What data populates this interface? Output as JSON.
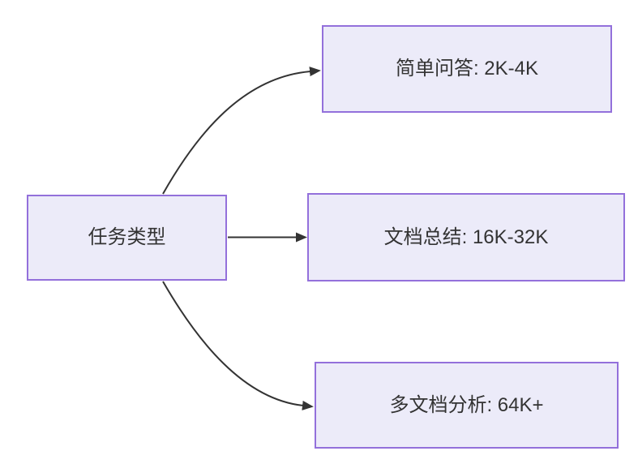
{
  "diagram": {
    "type": "flowchart-left-to-right",
    "root": {
      "id": "task-type",
      "label": "任务类型"
    },
    "branches": [
      {
        "id": "simple-qa",
        "label": "简单问答: 2K-4K"
      },
      {
        "id": "doc-summary",
        "label": "文档总结: 16K-32K"
      },
      {
        "id": "multi-doc-analysis",
        "label": "多文档分析: 64K+"
      }
    ],
    "edges": [
      {
        "from": "task-type",
        "to": "simple-qa"
      },
      {
        "from": "task-type",
        "to": "doc-summary"
      },
      {
        "from": "task-type",
        "to": "multi-doc-analysis"
      }
    ]
  },
  "colors": {
    "node-fill": "#ECEBF9",
    "node-border": "#9370DB",
    "edge": "#333333",
    "text": "#333333",
    "background": "#FFFFFF"
  }
}
